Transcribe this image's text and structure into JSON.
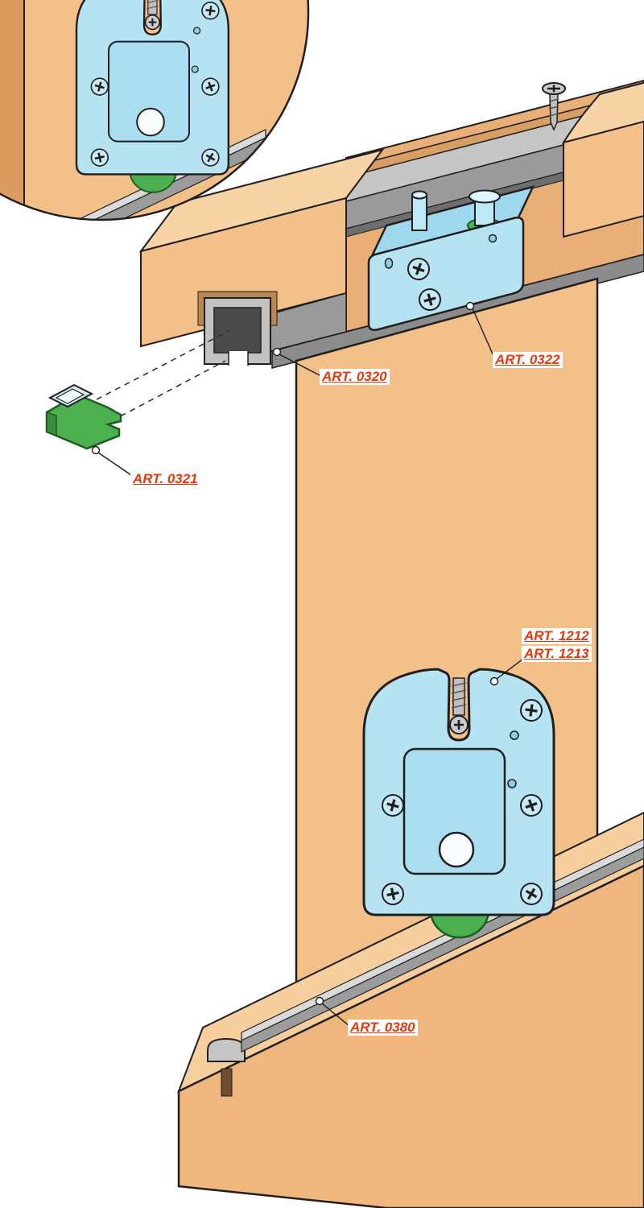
{
  "labels": {
    "top_track": "ART. 0320",
    "top_guide": "ART. 0321",
    "top_bracket": "ART. 0322",
    "roller_1212": "ART. 1212",
    "roller_1213": "ART. 1213",
    "bottom_track": "ART. 0380"
  },
  "colors": {
    "label_red": "#E8380D",
    "wood_light": "#F8D3A6",
    "wood_mid": "#F3C08A",
    "wood_dark": "#DC9C5F",
    "hardware_blue": "#B5E3F2",
    "metal_gray": "#9C9C9C",
    "roller_green": "#4CAF50"
  },
  "parts": [
    {
      "id": "top-track-profile",
      "label": "ART. 0320"
    },
    {
      "id": "top-guide-insert",
      "label": "ART. 0321"
    },
    {
      "id": "top-bracket",
      "label": "ART. 0322"
    },
    {
      "id": "bottom-roller-assembly",
      "label": "ART. 1212"
    },
    {
      "id": "bottom-roller-assembly2",
      "label": "ART. 1213"
    },
    {
      "id": "bottom-track-profile",
      "label": "ART. 0380"
    }
  ]
}
